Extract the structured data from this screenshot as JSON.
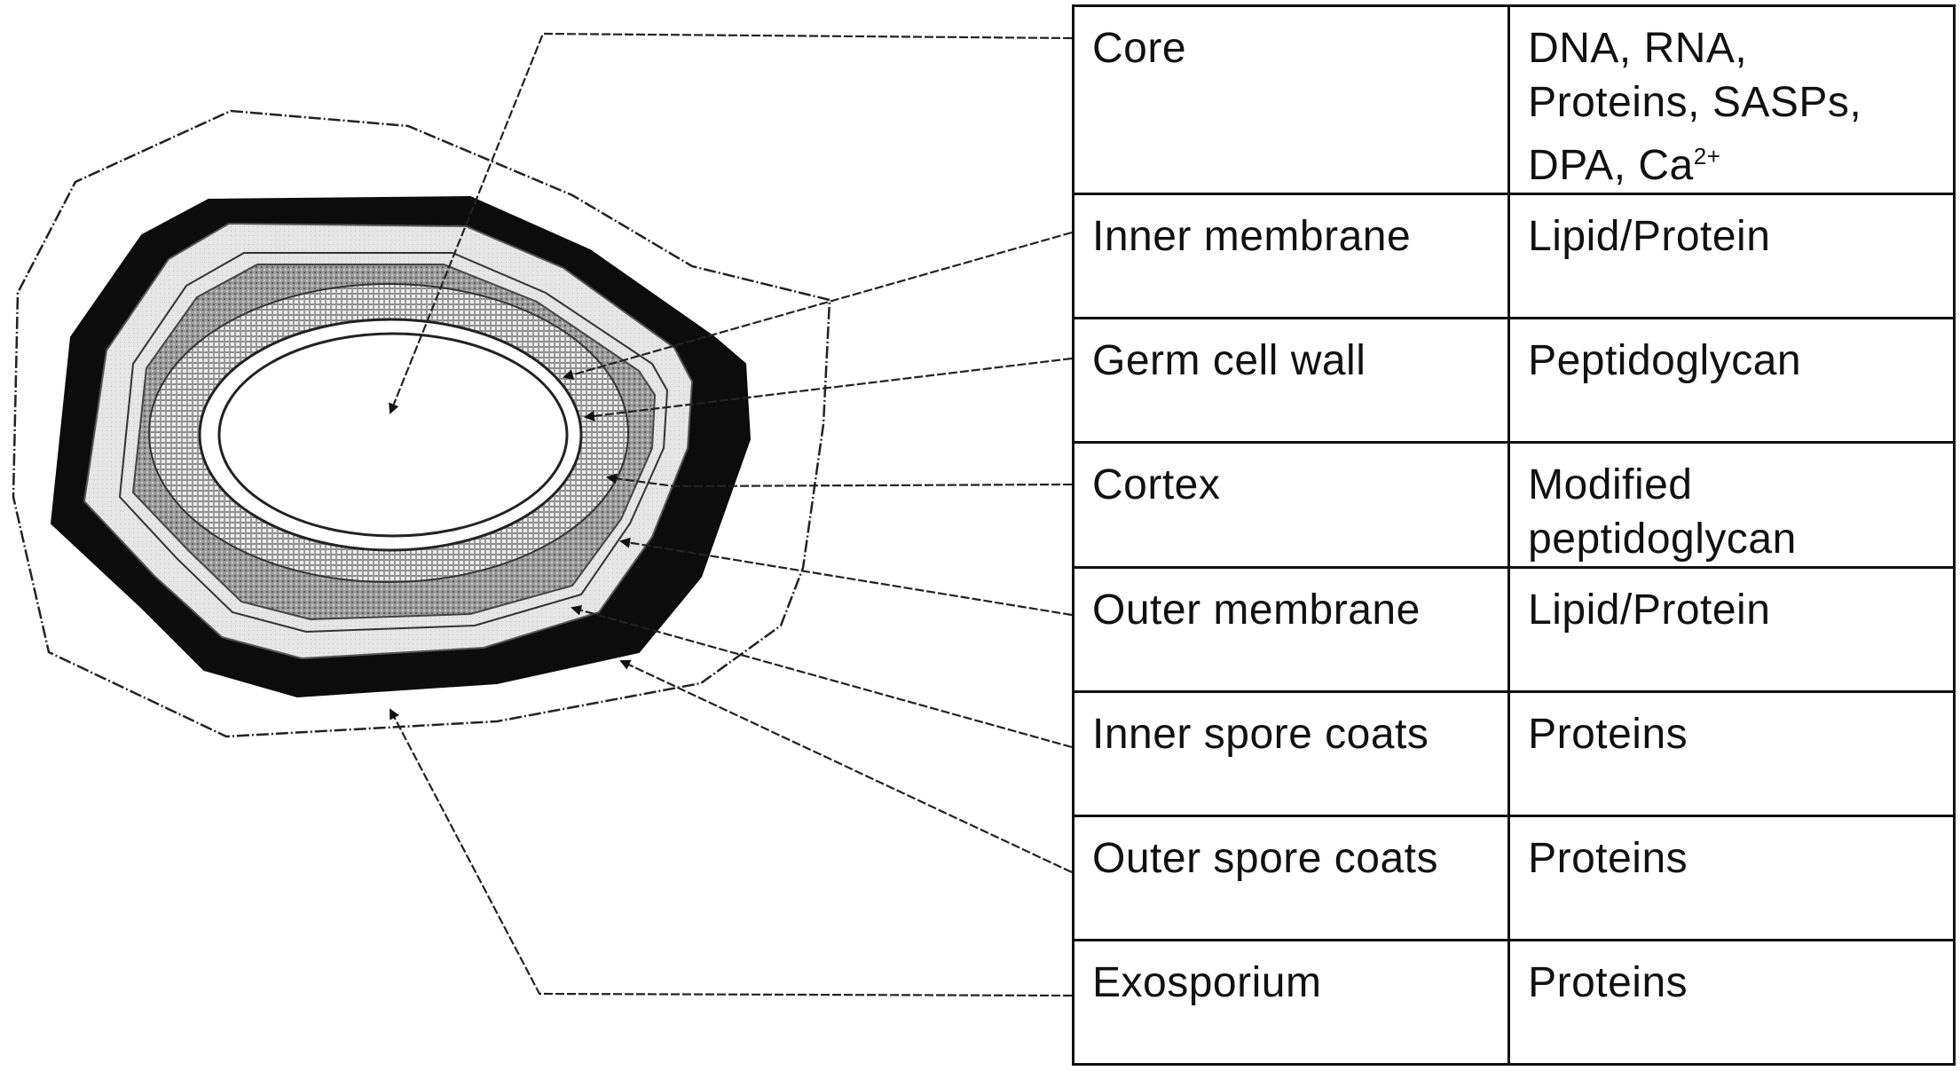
{
  "layers": [
    {
      "name": "Core",
      "composition": "DNA, RNA, Proteins, SASPs, DPA, Ca²⁺"
    },
    {
      "name": "Inner membrane",
      "composition": "Lipid/Protein"
    },
    {
      "name": "Germ cell wall",
      "composition": "Peptidoglycan"
    },
    {
      "name": "Cortex",
      "composition": "Modified peptidoglycan"
    },
    {
      "name": "Outer membrane",
      "composition": "Lipid/Protein"
    },
    {
      "name": "Inner spore coats",
      "composition": "Proteins"
    },
    {
      "name": "Outer spore coats",
      "composition": "Proteins"
    },
    {
      "name": "Exosporium",
      "composition": "Proteins"
    }
  ],
  "colors": {
    "line": "#1a1a1a",
    "coat_black": "#0c0c0c",
    "inner_coat_light": "#d9d9d9",
    "cortex_gray": "#8c8c8c",
    "wall_hatch": "#b5b5b5",
    "core_white": "#ffffff"
  }
}
